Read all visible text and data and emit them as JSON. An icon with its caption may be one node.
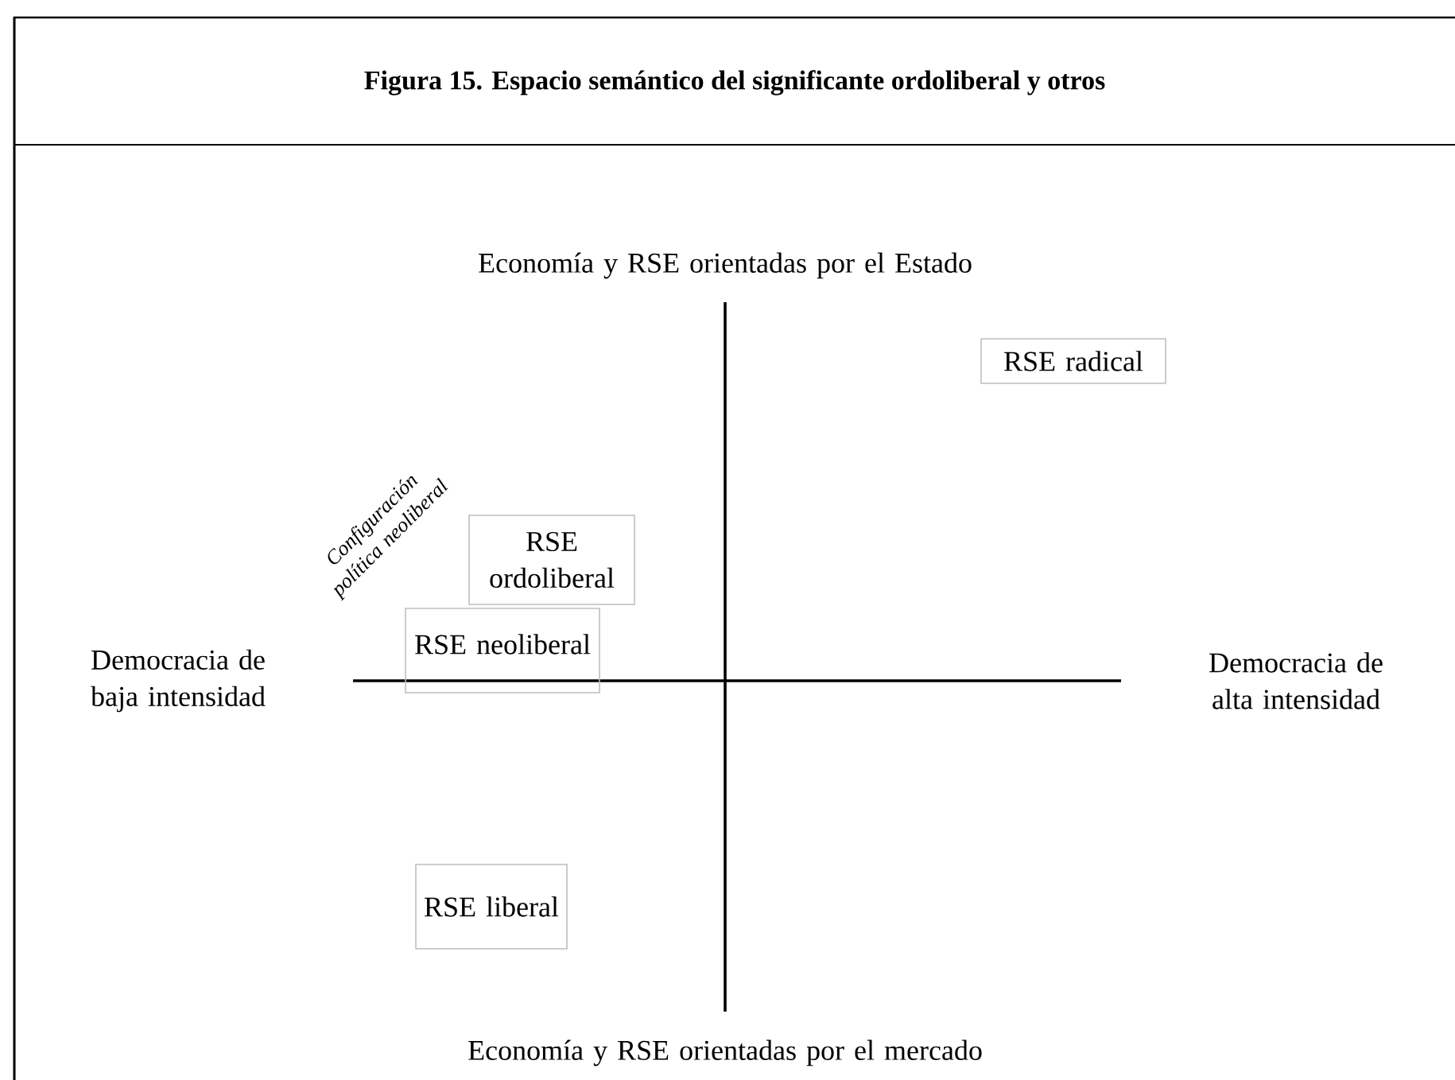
{
  "diagram": {
    "title": "Figura 15. Espacio semántico del significante ordoliberal  y otros",
    "nodes": [
      {
        "text": [
          "RSE radical"
        ]
      },
      {
        "text": [
          "RSE ordoliberal"
        ]
      },
      {
        "text": [
          "RSE neoliberal"
        ]
      },
      {
        "text": [
          "RSE liberal"
        ]
      }
    ],
    "edges": [],
    "labels": [
      "Economía y RSE orientadas por el Estado",
      "Configuración política neoliberal",
      "Democracia de baja intensidad",
      "Democracia de alta intensidad",
      "Economía y RSE orientadas por el mercado"
    ]
  }
}
